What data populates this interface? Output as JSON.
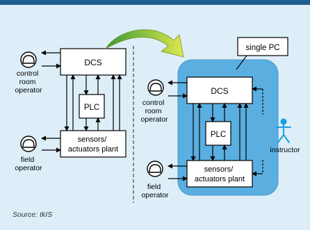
{
  "header": {
    "text": ""
  },
  "left": {
    "dcs": "DCS",
    "plc": "PLC",
    "sensors_line1": "sensors/",
    "sensors_line2": "actuators plant",
    "control_op": [
      "control",
      "room",
      "operator"
    ],
    "field_op": [
      "field",
      "operator"
    ]
  },
  "right": {
    "single_pc": "single PC",
    "dcs": "DCS",
    "plc": "PLC",
    "sensors_line1": "sensors/",
    "sensors_line2": "actuators plant",
    "control_op": [
      "control",
      "room",
      "operator"
    ],
    "field_op": [
      "field",
      "operator"
    ],
    "instructor": "instructor"
  },
  "source": "Source: tkIS",
  "colors": {
    "background": "#ddeef8",
    "header": "#1f5d8e",
    "pc_fill": "#5aaee0",
    "transition_arrow": "#c8dc3c",
    "instructor": "#1a9fdc"
  }
}
